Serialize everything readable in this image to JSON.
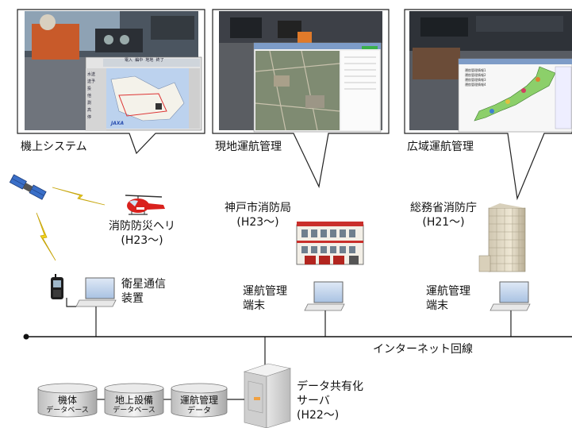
{
  "callouts": [
    {
      "label": "機上システム"
    },
    {
      "label": "現地運航管理"
    },
    {
      "label": "広域運航管理"
    }
  ],
  "heli": {
    "line1": "消防防災ヘリ",
    "line2": "(H23〜)"
  },
  "kobe": {
    "line1": "神戸市消防局",
    "line2": "(H23〜)"
  },
  "fdma": {
    "line1": "総務省消防庁",
    "line2": "(H21〜)"
  },
  "satcom": {
    "line1": "衛星通信",
    "line2": "装置"
  },
  "terminal_kobe": {
    "line1": "運航管理",
    "line2": "端末"
  },
  "terminal_fdma": {
    "line1": "運航管理",
    "line2": "端末"
  },
  "internet": "インターネット回線",
  "server": {
    "line1": "データ共有化",
    "line2": "サーバ",
    "line3": "(H22〜)"
  },
  "databases": [
    {
      "line1": "機体",
      "line2": "データベース"
    },
    {
      "line1": "地上設備",
      "line2": "データベース"
    },
    {
      "line1": "運航管理",
      "line2": "データ"
    }
  ],
  "screens": {
    "cockpit_buttons": [
      "電入",
      "編中",
      "地地",
      "終了",
      "水送",
      "送予",
      "投",
      "他",
      "測",
      "高",
      "停"
    ],
    "cockpit_logo": "JAXA",
    "fdma_legend": [
      "運航管理情報1",
      "運航管理情報2",
      "運航管理情報3",
      "運航管理情報4"
    ]
  },
  "colors": {
    "line": "#222222",
    "bolt": "#f2d21c",
    "heli": "#d9211d",
    "accent_orange": "#f0a040"
  }
}
